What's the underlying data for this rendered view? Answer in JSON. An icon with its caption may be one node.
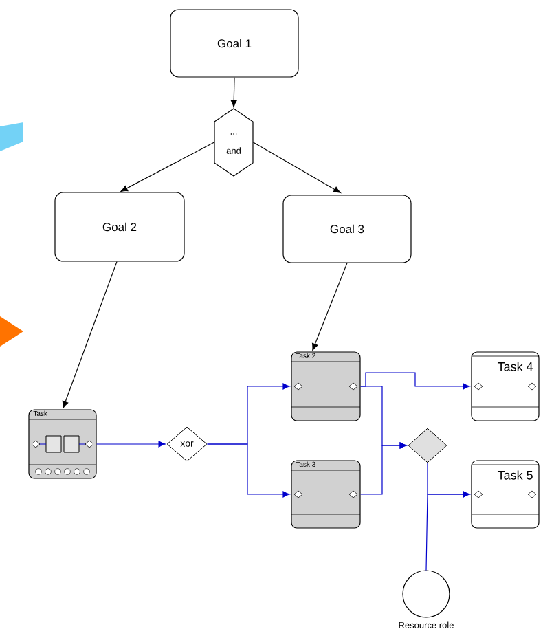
{
  "diagram": {
    "nodes": [
      {
        "text": [
          "Goal 1"
        ]
      },
      {
        "text": [
          "...",
          "and"
        ]
      },
      {
        "text": [
          "Goal 2"
        ]
      },
      {
        "text": [
          "Goal 3"
        ]
      },
      {
        "text": [
          "Task"
        ]
      },
      {
        "text": [
          "xor"
        ]
      },
      {
        "text": [
          "Task 2"
        ]
      },
      {
        "text": [
          "Task 3"
        ]
      },
      {
        "text": [],
        "shape": "diamond"
      },
      {
        "text": [
          "Task 4"
        ]
      },
      {
        "text": [
          "Task 5"
        ]
      },
      {
        "text": [
          "Resource role"
        ]
      }
    ],
    "edges": [
      {
        "from": 0,
        "to": 1,
        "arrow": "to",
        "color": "#000000"
      },
      {
        "from": 1,
        "to": 2,
        "arrow": "to",
        "color": "#000000"
      },
      {
        "from": 1,
        "to": 3,
        "arrow": "to",
        "color": "#000000"
      },
      {
        "from": 2,
        "to": 4,
        "arrow": "to",
        "color": "#000000"
      },
      {
        "from": 3,
        "to": 6,
        "arrow": "to",
        "color": "#000000"
      },
      {
        "from": 4,
        "to": 5,
        "arrow": "to"
      },
      {
        "from": 5,
        "to": 6,
        "arrow": "to"
      },
      {
        "from": 5,
        "to": 7,
        "arrow": "to"
      },
      {
        "from": 6,
        "to": 9,
        "arrow": "to"
      },
      {
        "from": 6,
        "to": 8,
        "arrow": "to"
      },
      {
        "from": 7,
        "to": 8,
        "arrow": "to"
      },
      {
        "from": 8,
        "to": 10,
        "arrow": "to"
      },
      {
        "from": 11,
        "to": 10,
        "arrow": "to"
      }
    ]
  }
}
